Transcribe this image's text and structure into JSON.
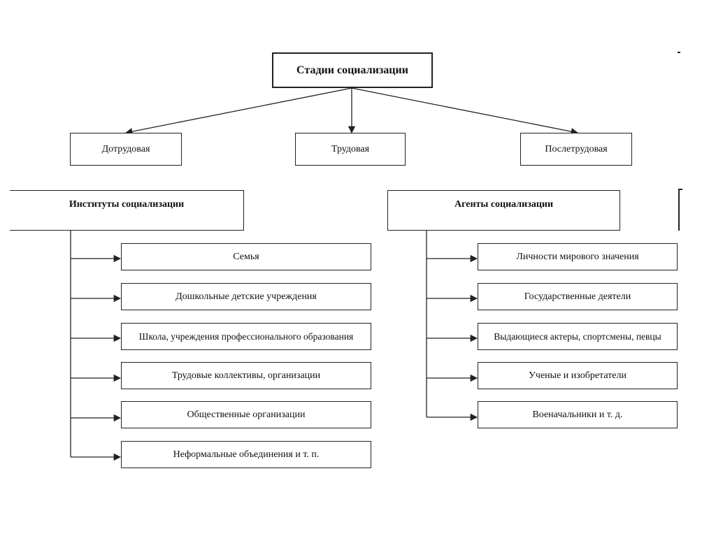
{
  "root": {
    "label": "Стадии социализации"
  },
  "stages": [
    {
      "label": "Дотрудовая"
    },
    {
      "label": "Трудовая"
    },
    {
      "label": "Послетрудовая"
    }
  ],
  "institutes": {
    "title": "Институты социализации",
    "items": [
      {
        "label": "Семья"
      },
      {
        "label": "Дошкольные детские учреждения"
      },
      {
        "label": "Школа, учреждения профессионального образования"
      },
      {
        "label": "Трудовые коллективы, организации"
      },
      {
        "label": "Общественные организации"
      },
      {
        "label": "Неформальные объединения и т. п."
      }
    ]
  },
  "agents": {
    "title": "Агенты социализации",
    "items": [
      {
        "label": "Личности мирового значения"
      },
      {
        "label": "Государственные деятели"
      },
      {
        "label": "Выдающиеся актеры, спортсмены, певцы"
      },
      {
        "label": "Ученые и изобретатели"
      },
      {
        "label": "Военачальники и т. д."
      }
    ]
  }
}
